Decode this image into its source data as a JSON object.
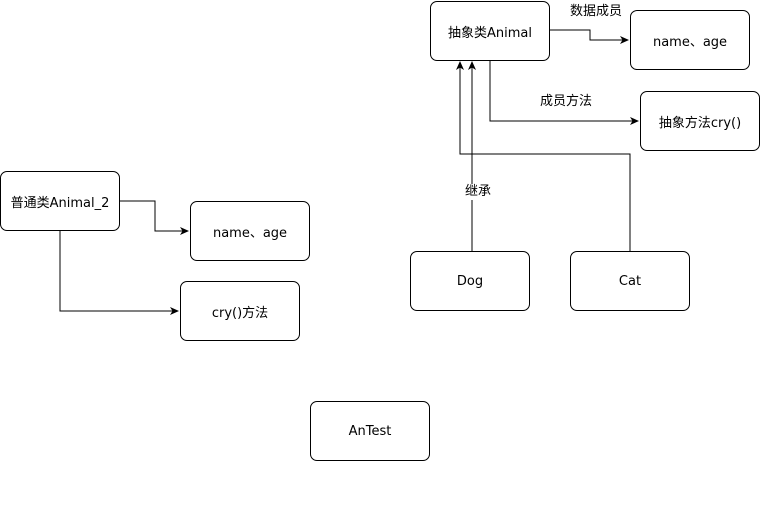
{
  "nodes": {
    "animal": "抽象类Animal",
    "animal_fields": "name、age",
    "animal_method": "抽象方法cry()",
    "dog": "Dog",
    "cat": "Cat",
    "animal2": "普通类Animal_2",
    "animal2_fields": "name、age",
    "animal2_method": "cry()方法",
    "antest": "AnTest"
  },
  "edge_labels": {
    "data_members": "数据成员",
    "member_methods": "成员方法",
    "inherit": "继承"
  }
}
